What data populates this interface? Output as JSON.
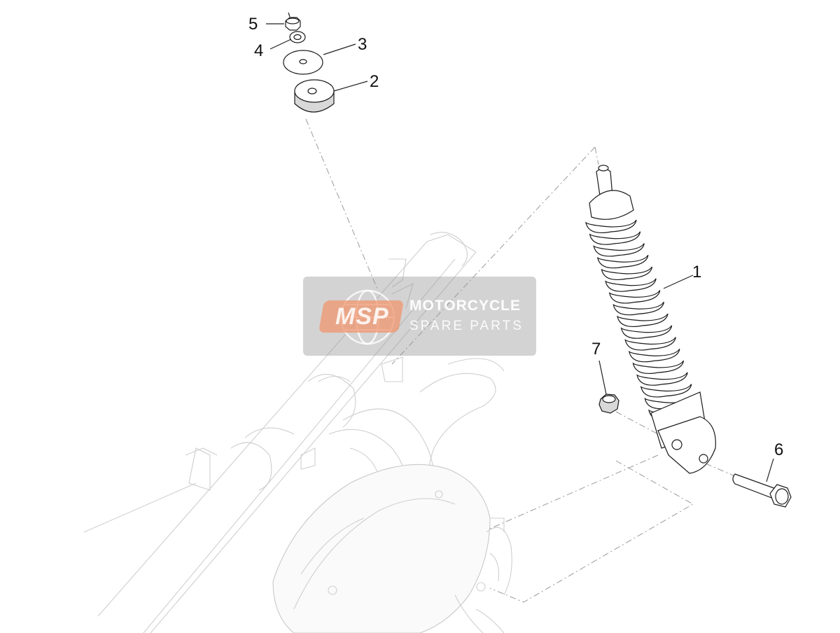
{
  "diagram": {
    "callouts": [
      {
        "id": "1",
        "label": "1"
      },
      {
        "id": "2",
        "label": "2"
      },
      {
        "id": "3",
        "label": "3"
      },
      {
        "id": "4",
        "label": "4"
      },
      {
        "id": "5",
        "label": "5"
      },
      {
        "id": "6",
        "label": "6"
      },
      {
        "id": "7",
        "label": "7"
      }
    ]
  },
  "watermark": {
    "logo_text": "MSP",
    "line1": "MOTORCYCLE",
    "line2": "SPARE PARTS"
  },
  "colors": {
    "line": "#1a1a1a",
    "ghost": "#cfcfcf",
    "watermark_bg": "#969696",
    "watermark_badge": "#f0966e"
  }
}
